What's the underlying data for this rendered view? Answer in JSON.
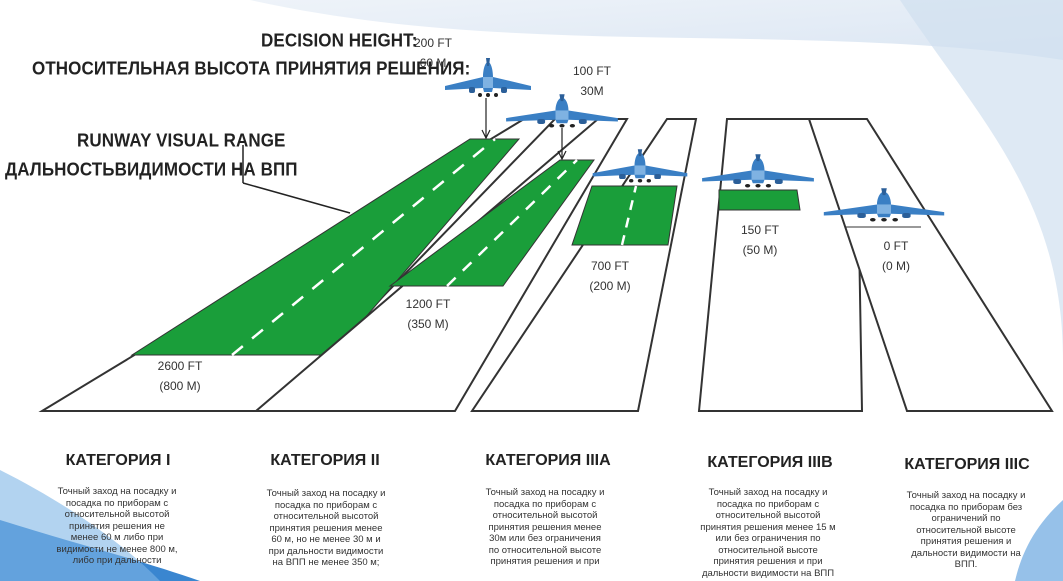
{
  "legend": {
    "dh_en": "DECISION HEIGHT:",
    "dh_ru": "ОТНОСИТЕЛЬНАЯ ВЫСОТА ПРИНЯТИЯ РЕШЕНИЯ:",
    "rvr_en": "RUNWAY VISUAL RANGE",
    "rvr_ru": "ДАЛЬНОСТЬВИДИМОСТИ НА ВПП"
  },
  "decision_heights": [
    {
      "ft": "200 FT",
      "m": "60 М"
    },
    {
      "ft": "100 FT",
      "m": "30М"
    }
  ],
  "categories": [
    {
      "title": "КАТЕГОРИЯ I",
      "rvr_ft": "2600 FT",
      "rvr_m": "(800 М)",
      "desc": [
        "Точный заход на посадку и",
        "посадка по приборам с",
        "относительной высотой",
        "принятия решения не",
        "менее 60 м либо при",
        "видимости не менее 800 м,",
        "либо при дальности"
      ]
    },
    {
      "title": "КАТЕГОРИЯ II",
      "rvr_ft": "1200 FT",
      "rvr_m": "(350 М)",
      "desc": [
        "Точный заход на посадку и",
        "посадка по приборам с",
        "относительной высотой",
        "принятия решения менее",
        "60 м, но не менее 30 м и",
        "при дальности видимости",
        "на ВПП не менее 350 м;"
      ]
    },
    {
      "title": "КАТЕГОРИЯ IIIA",
      "rvr_ft": "700 FT",
      "rvr_m": "(200 М)",
      "desc": [
        "Точный заход на посадку и",
        "посадка по приборам с",
        "относительной высотой",
        "принятия решения менее",
        "30м или без ограничения",
        "по относительной высоте",
        "принятия решения и при"
      ]
    },
    {
      "title": "КАТЕГОРИЯ IIIB",
      "rvr_ft": "150 FT",
      "rvr_m": "(50 М)",
      "desc": [
        "Точный заход на посадку и",
        "посадка по приборам с",
        "относительной высотой",
        "принятия решения менее 15 м",
        "или без ограничения по",
        "относительной высоте",
        "принятия решения и при",
        "дальности видимости на ВПП"
      ]
    },
    {
      "title": "КАТЕГОРИЯ IIIC",
      "rvr_ft": "0 FT",
      "rvr_m": "(0 М)",
      "desc": [
        "Точный заход на посадку и",
        "посадка по приборам без",
        "ограничений по",
        "относительной высоте",
        "принятия решения и",
        "дальности видимости на",
        "ВПП."
      ]
    }
  ],
  "colors": {
    "green": "#1a9e3a",
    "runway_fill": "#ffffff",
    "runway_stroke": "#333333",
    "plane_blue": "#3a7fc4",
    "sky_blue": "#d6e4f2"
  }
}
